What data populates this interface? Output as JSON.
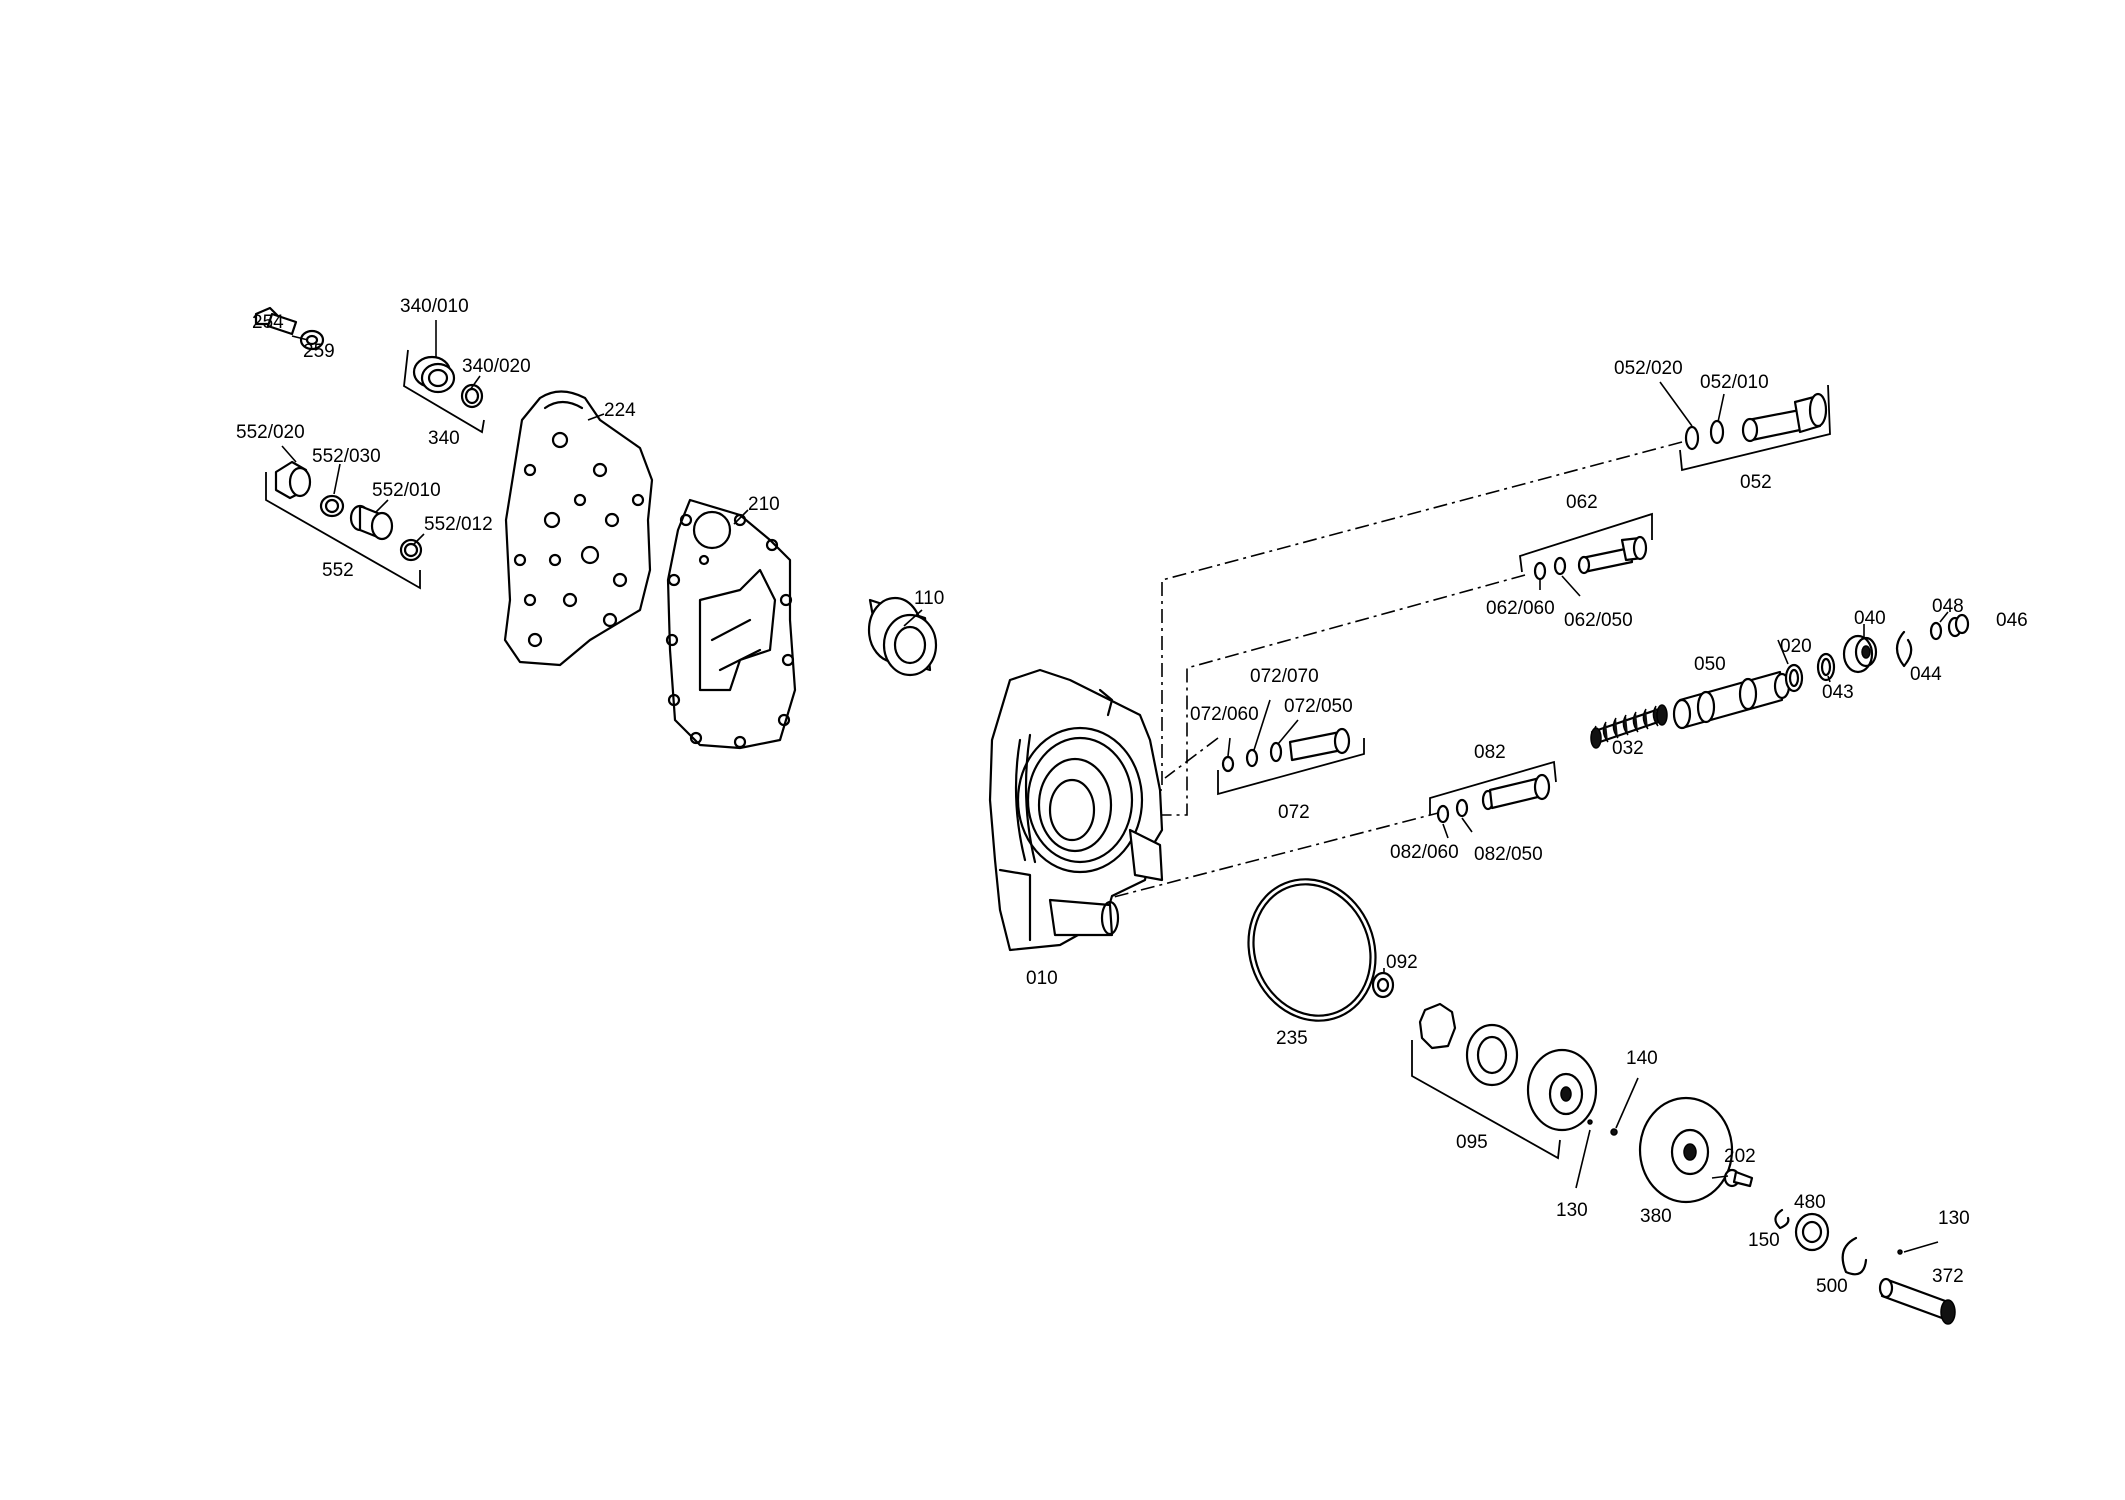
{
  "labels": {
    "p254": "254",
    "p259": "259",
    "p340_010": "340/010",
    "p340_020": "340/020",
    "p340": "340",
    "p224": "224",
    "p552_020": "552/020",
    "p552_030": "552/030",
    "p552_010": "552/010",
    "p552_012": "552/012",
    "p552": "552",
    "p210": "210",
    "p110": "110",
    "p010": "010",
    "p052_020": "052/020",
    "p052_010": "052/010",
    "p052": "052",
    "p062": "062",
    "p062_060": "062/060",
    "p062_050": "062/050",
    "p072_070": "072/070",
    "p072_060": "072/060",
    "p072_050": "072/050",
    "p072": "072",
    "p082": "082",
    "p082_060": "082/060",
    "p082_050": "082/050",
    "p050": "050",
    "p020": "020",
    "p040": "040",
    "p048": "048",
    "p046": "046",
    "p044": "044",
    "p043": "043",
    "p032": "032",
    "p235": "235",
    "p092": "092",
    "p095": "095",
    "p140": "140",
    "p130a": "130",
    "p380": "380",
    "p202": "202",
    "p480": "480",
    "p150": "150",
    "p500": "500",
    "p130b": "130",
    "p372": "372"
  }
}
